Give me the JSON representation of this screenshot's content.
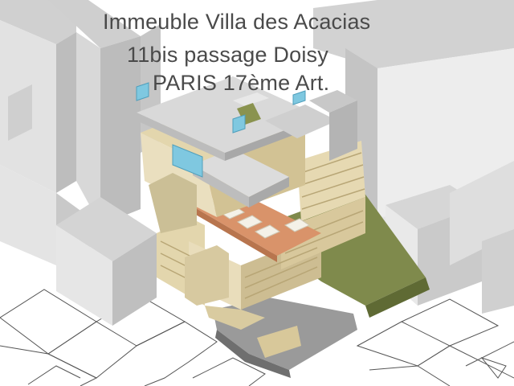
{
  "title": {
    "line1": "Immeuble Villa des Acacias",
    "line2": "11bis passage Doisy",
    "line3": "PARIS 17ème Art."
  },
  "colors": {
    "background": "#ffffff",
    "neighbor_building": "#dcdcdc",
    "neighbor_building_shadow": "#b9b9b9",
    "facade_beige": "#e9ddbb",
    "facade_beige_dark": "#cdbd92",
    "roof_gray": "#d6d6d6",
    "terrace_orange": "#d9936a",
    "garden_green": "#7f8a4c",
    "ramp_gray": "#9a9a9a",
    "glass_blue": "#7fc8e0",
    "parcel_lines": "#555555",
    "title_text": "#4a4a4a"
  }
}
